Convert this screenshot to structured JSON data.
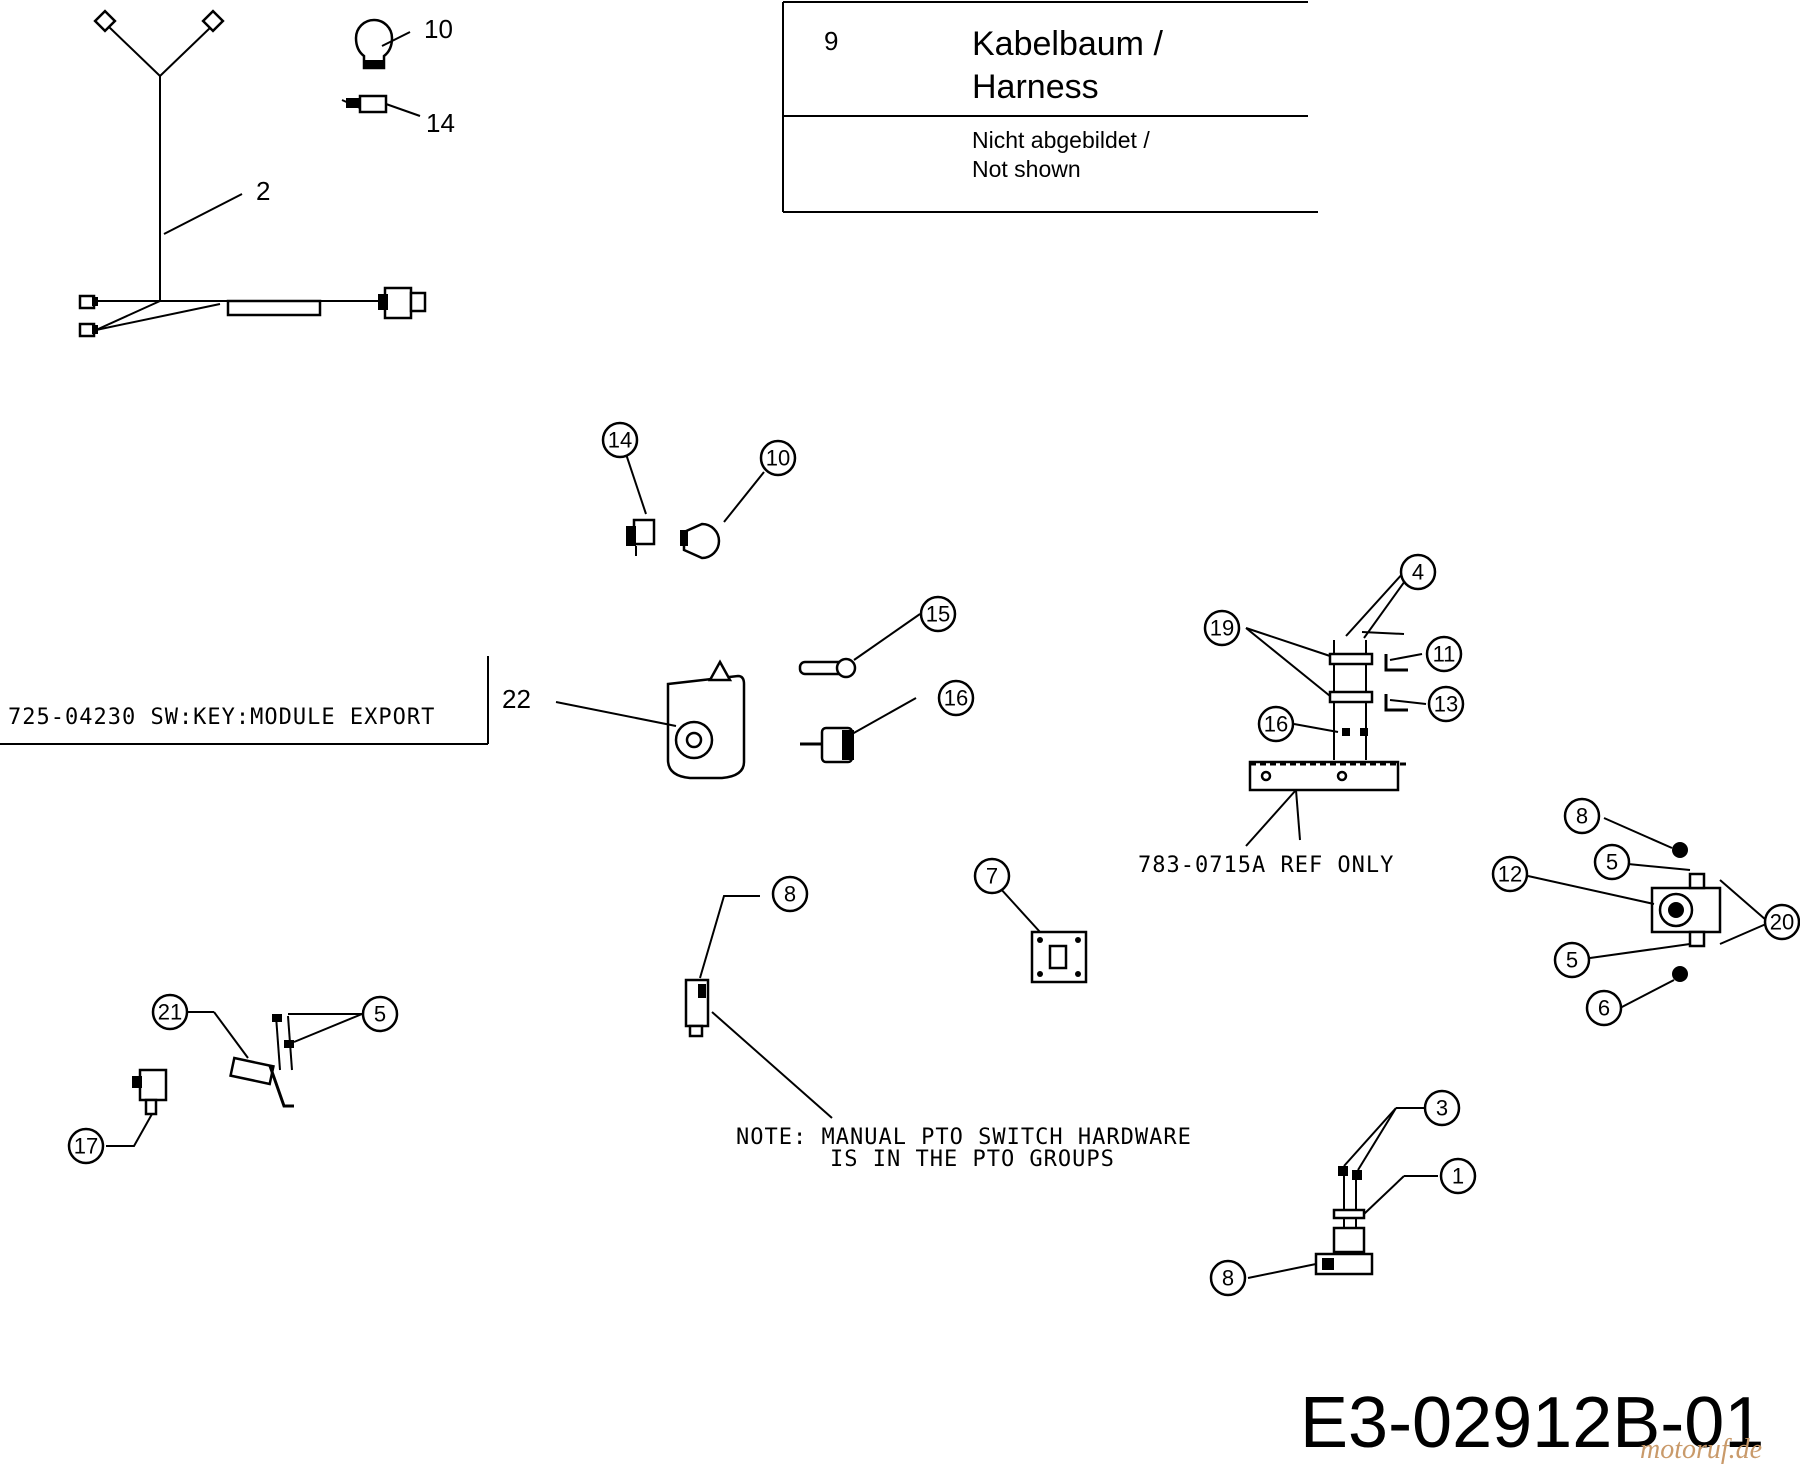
{
  "legend_table": {
    "rows": [
      {
        "ref": "9",
        "line1": "Kabelbaum /",
        "line2": "Harness"
      },
      {
        "ref": "",
        "line1": "Nicht abgebildet /",
        "line2": "Not shown"
      }
    ]
  },
  "callouts": {
    "c_harness_2": "2",
    "c_bulb_10": "10",
    "c_socket_14": "14",
    "c_socket_14b": "14",
    "c_bulb_10b": "10",
    "c_key_15": "15",
    "c_switch_16": "16",
    "c_module_22": "22",
    "c_4": "4",
    "c_19": "19",
    "c_11": "11",
    "c_13": "13",
    "c_16b": "16",
    "c_8_right_top": "8",
    "c_5_right_top": "5",
    "c_12": "12",
    "c_20": "20",
    "c_5_right_bottom": "5",
    "c_6_right_bottom": "6",
    "c_7": "7",
    "c_8_pto": "8",
    "c_21": "21",
    "c_5_left": "5",
    "c_17": "17",
    "c_3": "3",
    "c_1": "1",
    "c_8_bottom": "8"
  },
  "labels": {
    "key_module": "725-04230 SW:KEY:MODULE EXPORT",
    "bracket_ref": "783-0715A REF ONLY",
    "note_line1": "NOTE: MANUAL PTO SWITCH HARDWARE",
    "note_line2": "IS IN THE PTO GROUPS"
  },
  "drawing_number": "E3-02912B-01",
  "watermark": "motoruf.de"
}
